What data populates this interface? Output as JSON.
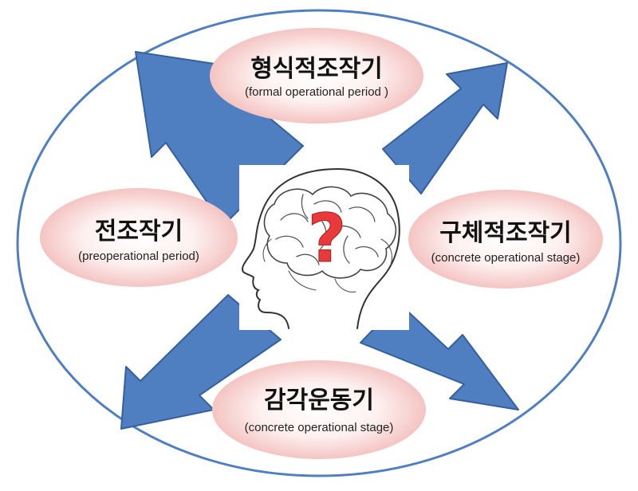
{
  "colors": {
    "outer_ring": "#4f7fc0",
    "arrow_fill": "#4f7fc0",
    "arrow_stroke": "#35609e",
    "bubble_center": "#ffffff",
    "bubble_edge": "#f6c8c6",
    "question_mark": "#e83a3a"
  },
  "center_image": {
    "icon": "head-brain-icon",
    "symbol": "?"
  },
  "stages": {
    "top": {
      "title": "형식적조작기",
      "subtitle": "(formal operational period )"
    },
    "left": {
      "title": "전조작기",
      "subtitle": "(preoperational period)"
    },
    "right": {
      "title": "구체적조작기",
      "subtitle": "(concrete operational stage)"
    },
    "bottom": {
      "title": "감각운동기",
      "subtitle": "(concrete operational stage)"
    }
  }
}
